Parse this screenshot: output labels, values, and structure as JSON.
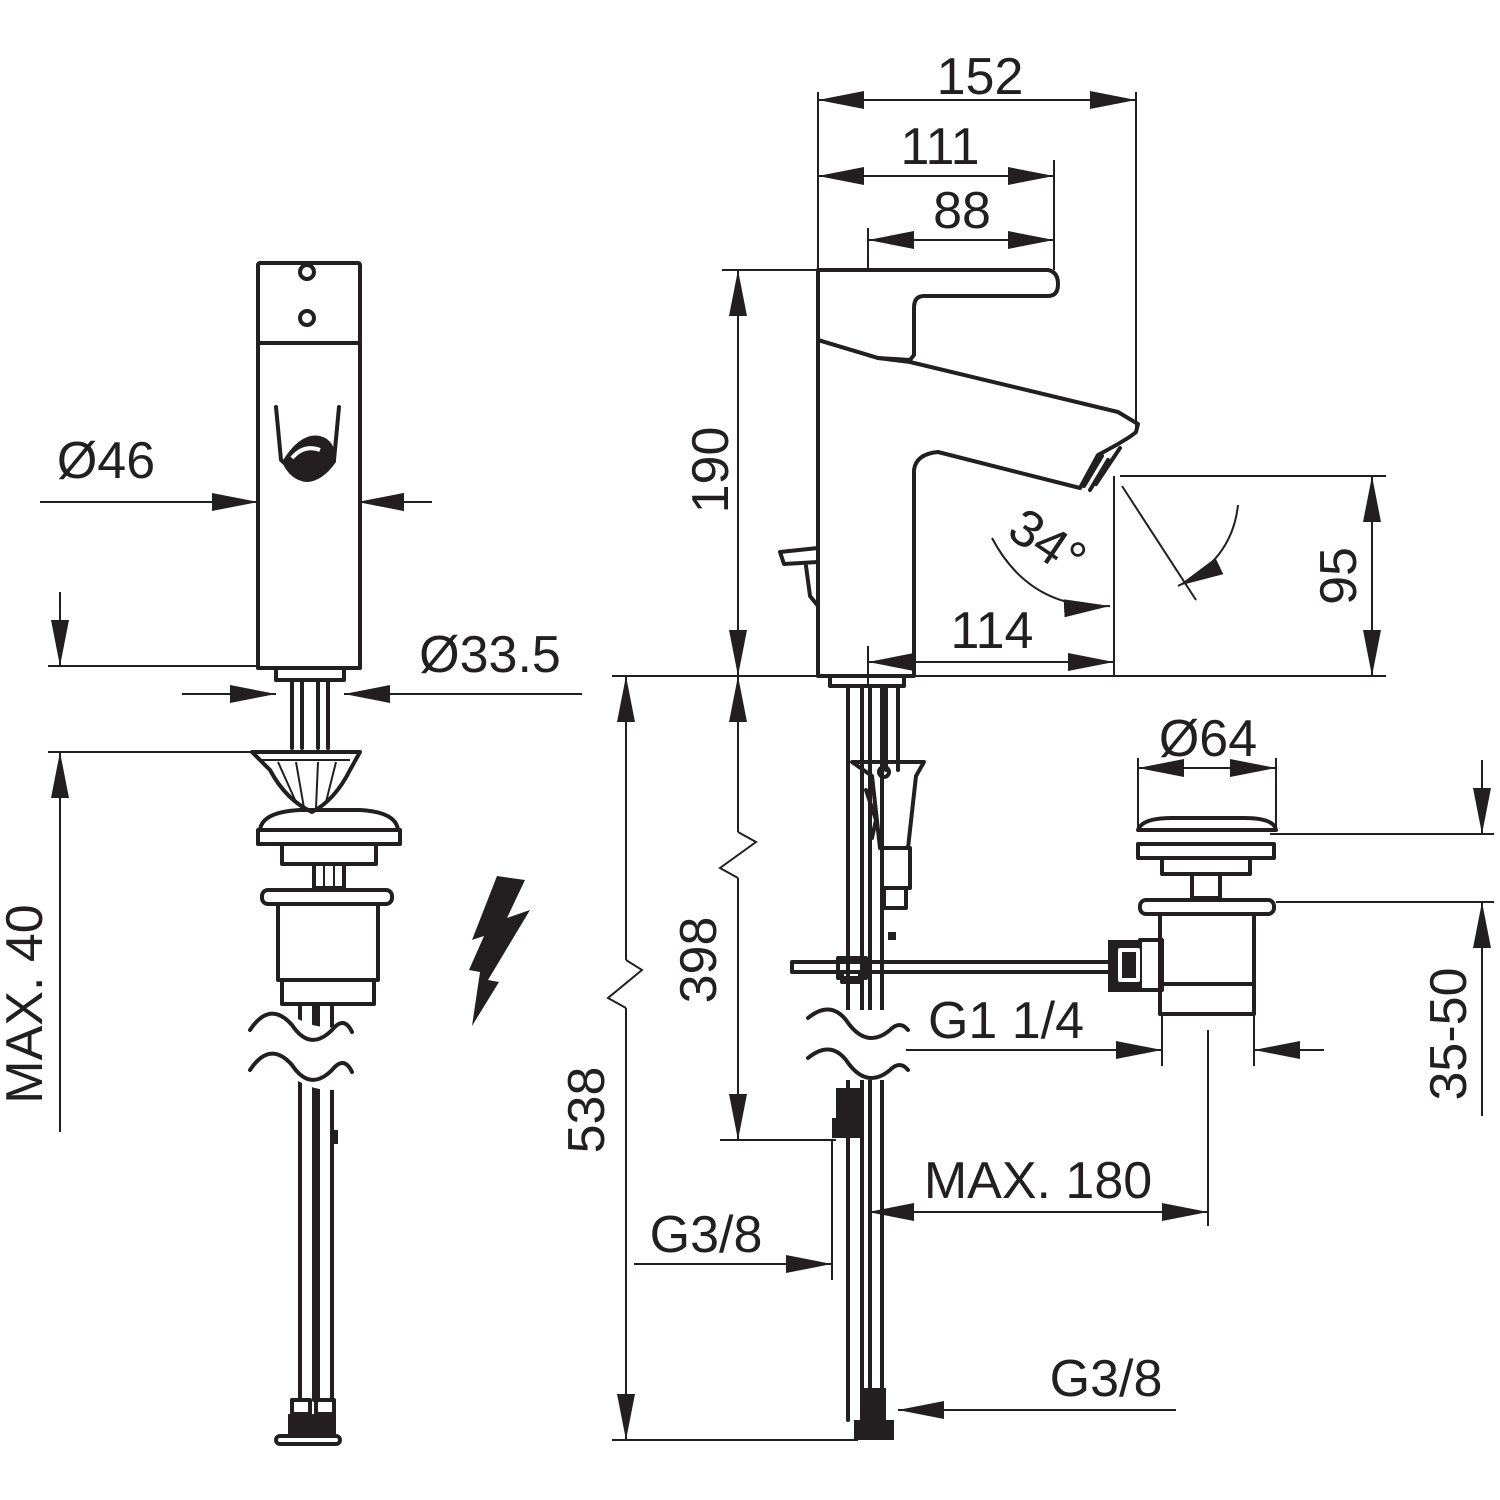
{
  "diagram": {
    "dimensions": {
      "overall_length": "152",
      "lever_length": "111",
      "spout_reach_upper": "88",
      "tap_height": "190",
      "spout_outlet_height": "95",
      "spout_reach": "114",
      "spout_angle": "34°",
      "body_diameter": "Ø46",
      "hose_diameter": "Ø33.5",
      "max_deck_thickness": "MAX. 40",
      "hose_length_398": "398",
      "hose_length_538": "538",
      "waste_diameter": "Ø64",
      "waste_thread": "G1 1/4",
      "waste_range": "35-50",
      "max_rod_distance": "MAX. 180",
      "connection_thread_upper": "G3/8",
      "connection_thread_lower": "G3/8"
    },
    "icons": [
      "lightning-bolt-icon"
    ],
    "colors": {
      "line": "#231f20",
      "background": "#ffffff"
    }
  }
}
